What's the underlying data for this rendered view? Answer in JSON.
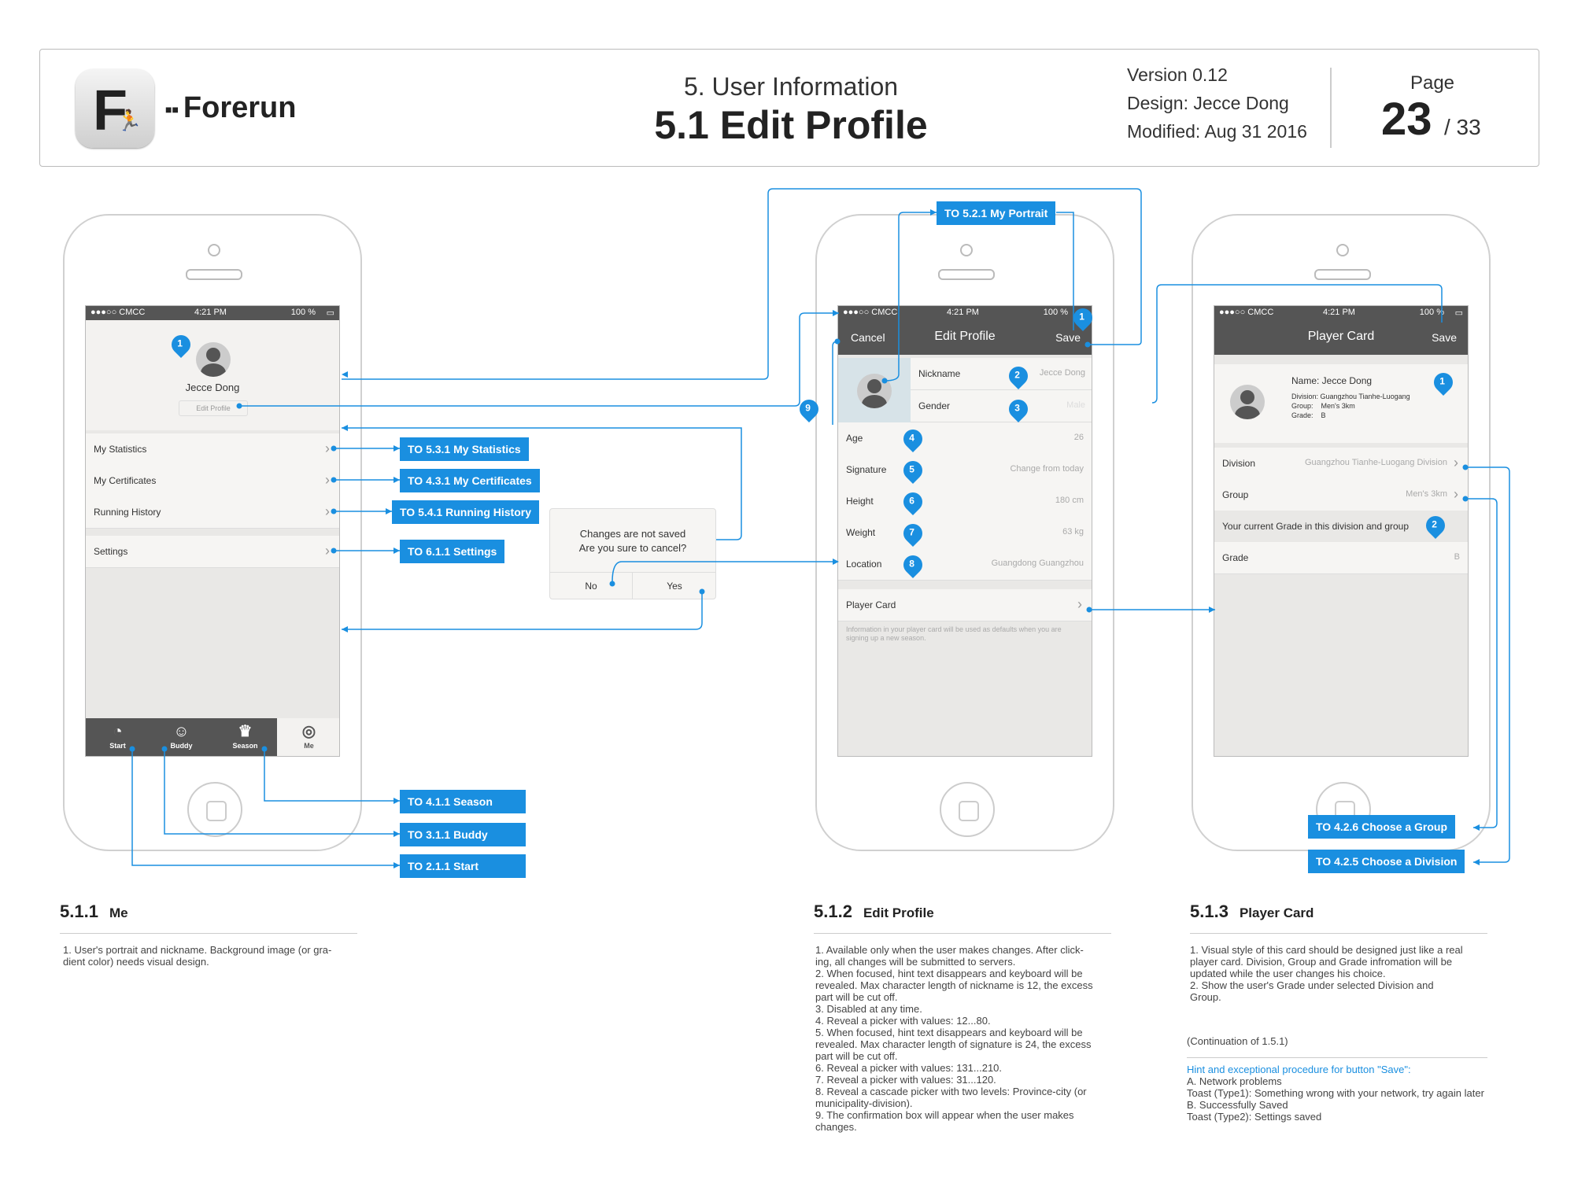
{
  "header": {
    "brand": "Forerun",
    "section": "5. User Information",
    "title": "5.1 Edit Profile",
    "version": "Version 0.12",
    "design": "Design: Jecce Dong",
    "modified": "Modified: Aug 31 2016",
    "page_label": "Page",
    "page_num": "23",
    "page_total": "/ 33"
  },
  "status": {
    "carrier": "●●●○○ CMCC",
    "time": "4:21 PM",
    "battery": "100 %"
  },
  "me": {
    "name": "Jecce Dong",
    "edit_btn": "Edit Profile",
    "rows": [
      "My Statistics",
      "My Certificates",
      "Running History",
      "Settings"
    ],
    "tabs": [
      "Start",
      "Buddy",
      "Season",
      "Me"
    ]
  },
  "dialog": {
    "line1": "Changes are not saved",
    "line2": "Are you sure to cancel?",
    "no": "No",
    "yes": "Yes"
  },
  "edit": {
    "cancel": "Cancel",
    "title": "Edit Profile",
    "save": "Save",
    "nickname_label": "Nickname",
    "nickname_val": "Jecce Dong",
    "gender_label": "Gender",
    "gender_val": "Male",
    "rows": [
      {
        "label": "Age",
        "value": "26"
      },
      {
        "label": "Signature",
        "value": "Change from today"
      },
      {
        "label": "Height",
        "value": "180 cm"
      },
      {
        "label": "Weight",
        "value": "63 kg"
      },
      {
        "label": "Location",
        "value": "Guangdong Guangzhou"
      }
    ],
    "player_card": "Player Card",
    "player_hint": "Information in your player card will be used as defaults when you are signing up a new season."
  },
  "card": {
    "title": "Player Card",
    "save": "Save",
    "name": "Name:  Jecce Dong",
    "division_line": "Division:  Guangzhou Tianhe-Luogang",
    "group_line": "Group:    Men's 3km",
    "grade_line": "Grade:    B",
    "division_label": "Division",
    "division_val": "Guangzhou Tianhe-Luogang Division",
    "group_label": "Group",
    "group_val": "Men's 3km",
    "grade_note": "Your current Grade in this division and group",
    "grade_label": "Grade",
    "grade_val": "B"
  },
  "callouts": {
    "portrait": "TO 5.2.1 My Portrait",
    "stats": "TO 5.3.1 My Statistics",
    "certs": "TO 4.3.1 My Certificates",
    "history": "TO 5.4.1 Running History",
    "settings": "TO 6.1.1 Settings",
    "season": "TO 4.1.1 Season",
    "buddy": "TO 3.1.1 Buddy",
    "start": "TO 2.1.1 Start",
    "group": "TO 4.2.6 Choose a Group",
    "division": "TO 4.2.5 Choose a Division"
  },
  "sections": {
    "s1_num": "5.1.1",
    "s1_name": "Me",
    "s2_num": "5.1.2",
    "s2_name": "Edit Profile",
    "s3_num": "5.1.3",
    "s3_name": "Player Card",
    "s1_notes": [
      "1. User's portrait and nickname. Background image (or gra-",
      "dient color) needs visual design."
    ],
    "s2_notes": [
      "1. Available only when the user makes changes. After click-",
      "ing, all changes will be submitted to servers.",
      "2. When focused, hint text disappears and keyboard will be",
      "revealed. Max character length of nickname is 12, the excess",
      "part will be cut off.",
      "3. Disabled at any time.",
      "4. Reveal a picker with values: 12...80.",
      "5. When focused, hint text disappears and keyboard will be",
      "revealed. Max character length of signature is 24, the excess",
      "part will be cut off.",
      "6. Reveal a picker with values: 131...210.",
      "7. Reveal a picker with values: 31...120.",
      "8. Reveal a cascade picker with two levels: Province-city (or",
      "municipality-division).",
      "9. The confirmation box will appear when the user makes",
      "changes."
    ],
    "s3_notes": [
      "1. Visual style of this card should be designed just like a real",
      "player card. Division, Group and Grade infromation will be",
      "updated while the user changes his choice.",
      "2. Show the user's Grade under selected Division and",
      "Group."
    ],
    "continuation": "(Continuation of 1.5.1)",
    "hint_title": "Hint and exceptional procedure for button \"Save\":",
    "hint_lines": [
      "A. Network problems",
      "Toast (Type1): Something wrong with your network, try again later",
      "B. Successfully Saved",
      "Toast (Type2): Settings saved"
    ]
  },
  "colors": {
    "accent": "#1a8fe0",
    "bar": "#555555"
  }
}
